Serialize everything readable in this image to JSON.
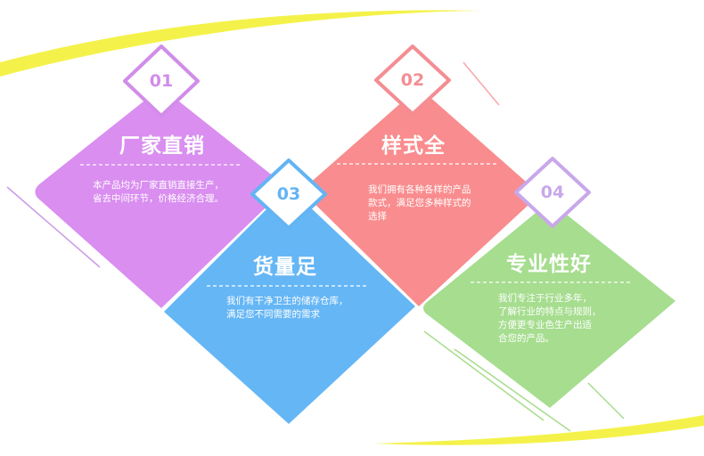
{
  "colors": {
    "purple": "#d98ef0",
    "red": "#f98c8e",
    "blue": "#65b6f5",
    "green": "#a6dd8f",
    "yellow": "#f4f24a",
    "purple_line": "#c99be6",
    "green_line": "#a7dc8e",
    "badge_border_purple": "#d18de9",
    "badge_border_red": "#f48d93",
    "badge_border_blue": "#63b4f3",
    "badge_border_green": "#c9a7ea"
  },
  "cards": [
    {
      "number": "01",
      "title": "厂家直销",
      "desc_lines": [
        "本产品均为厂家直销直接生产，",
        "省去中间环节，价格经济合理。"
      ]
    },
    {
      "number": "02",
      "title": "样式全",
      "desc_lines": [
        "我们拥有各种各样的产品",
        "款式，满足您多种样式的",
        "选择"
      ]
    },
    {
      "number": "03",
      "title": "货量足",
      "desc_lines": [
        "我们有干净卫生的储存仓库，",
        "满足您不同需要的需求"
      ]
    },
    {
      "number": "04",
      "title": "专业性好",
      "desc_lines": [
        "我们专注于行业多年，",
        "了解行业的特点与规则，",
        "方便更专业色生产出适",
        "合您的产品。"
      ]
    }
  ]
}
